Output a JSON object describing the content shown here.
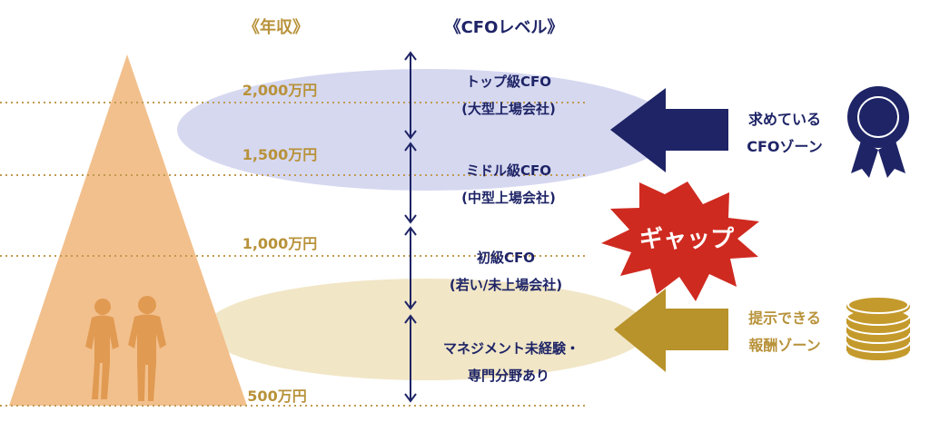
{
  "headers": {
    "income": "《年収》",
    "cfo_level": "《CFOレベル》"
  },
  "income_levels": [
    "2,000万円",
    "1,500万円",
    "1,000万円",
    "500万円"
  ],
  "cfo_levels": [
    {
      "line1": "トップ級CFO",
      "line2": "(大型上場会社)"
    },
    {
      "line1": "ミドル級CFO",
      "line2": "(中型上場会社)"
    },
    {
      "line1": "初級CFO",
      "line2": "(若い/未上場会社)"
    },
    {
      "line1": "マネジメント未経験・",
      "line2": "専門分野あり"
    }
  ],
  "desired_zone": {
    "line1": "求めている",
    "line2": "CFOゾーン"
  },
  "offered_zone": {
    "line1": "提示できる",
    "line2": "報酬ゾーン"
  },
  "gap_label": "ギャップ",
  "colors": {
    "gold_text": "#b8923a",
    "navy": "#1e2466",
    "desired_ellipse": "#d6d8f0",
    "offered_ellipse": "#f1e6c6",
    "offered_arrow": "#b8922a",
    "gap_burst": "#cf2a20",
    "pyramid": "#f2c08d",
    "people": "#e19a52",
    "dotted_line": "#c09a50",
    "coins": "#c49a2c"
  },
  "icons": [
    "medal-icon",
    "coin-stack-icon",
    "people-silhouette-icon"
  ]
}
